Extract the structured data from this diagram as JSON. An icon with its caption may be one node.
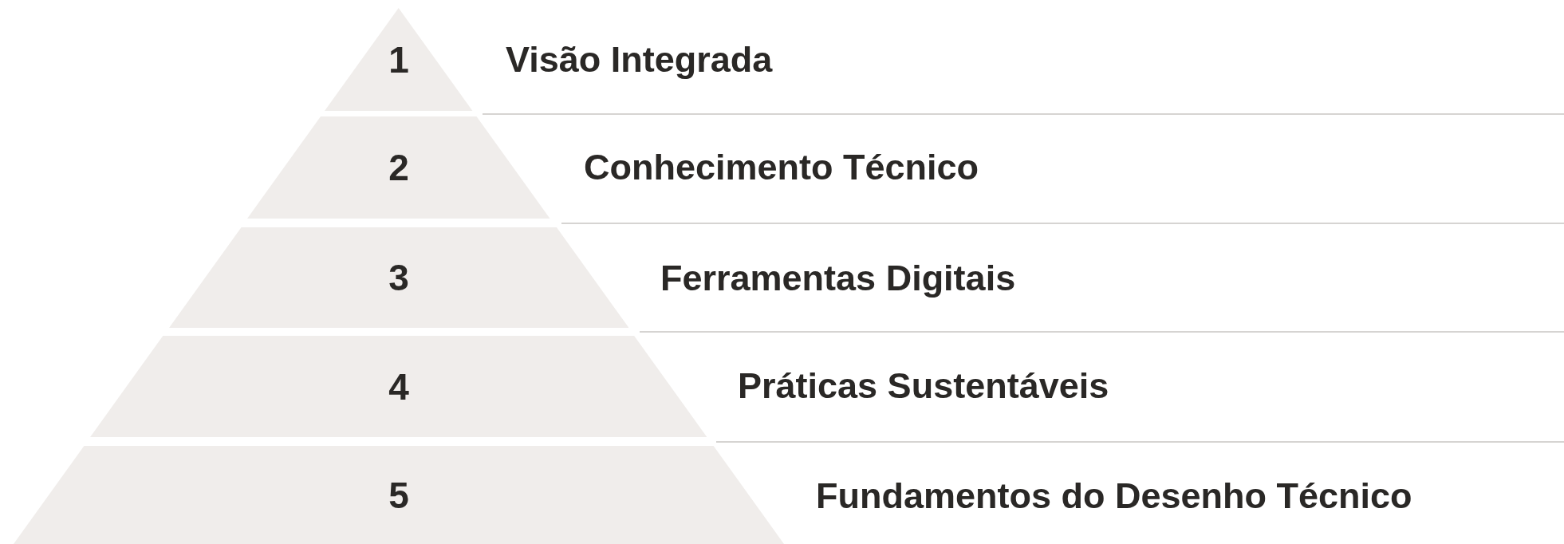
{
  "diagram": {
    "nodes": [
      {
        "text": [
          "1"
        ],
        "beside": [
          "Visão Integrada"
        ]
      },
      {
        "text": [
          "2"
        ],
        "beside": [
          "Conhecimento Técnico"
        ]
      },
      {
        "text": [
          "3"
        ],
        "beside": [
          "Ferramentas Digitais"
        ]
      },
      {
        "text": [
          "4"
        ],
        "beside": [
          "Práticas Sustentáveis"
        ]
      },
      {
        "text": [
          "5"
        ],
        "beside": [
          "Fundamentos do Desenho Técnico"
        ]
      }
    ]
  }
}
